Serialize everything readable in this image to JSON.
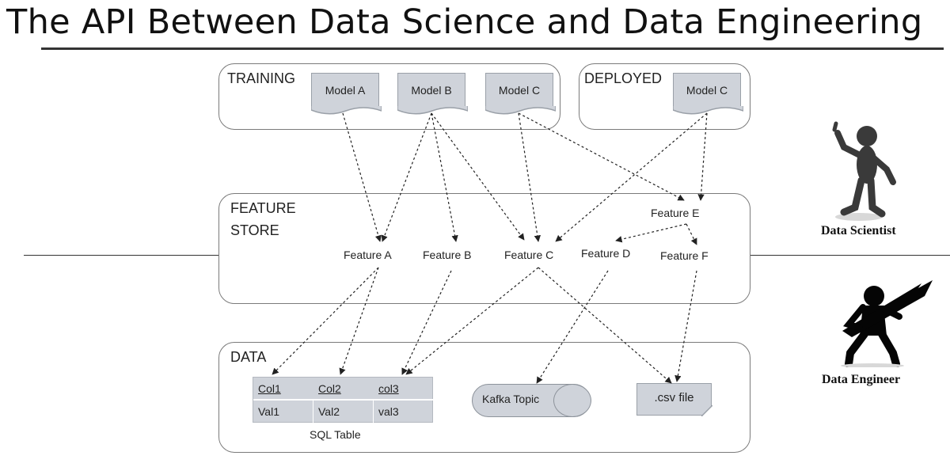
{
  "title": "The API Between Data Science and Data Engineering",
  "sections": {
    "training": "TRAINING",
    "deployed": "DEPLOYED",
    "feature_store": "FEATURE\nSTORE",
    "data": "DATA"
  },
  "models": {
    "training": [
      "Model A",
      "Model B",
      "Model C"
    ],
    "deployed": [
      "Model C"
    ]
  },
  "features": [
    "Feature A",
    "Feature B",
    "Feature C",
    "Feature D",
    "Feature E",
    "Feature F"
  ],
  "data_sources": {
    "sql_table": {
      "headers": [
        "Col1",
        "Col2",
        "col3"
      ],
      "values": [
        "Val1",
        "Val2",
        "val3"
      ],
      "caption": "SQL Table"
    },
    "kafka": "Kafka Topic",
    "csv": ".csv file"
  },
  "roles": {
    "scientist": "Data Scientist",
    "engineer": "Data Engineer"
  },
  "colors": {
    "shape_fill": "#cfd3da",
    "border": "#7a7a7a",
    "arrow": "#222222"
  }
}
